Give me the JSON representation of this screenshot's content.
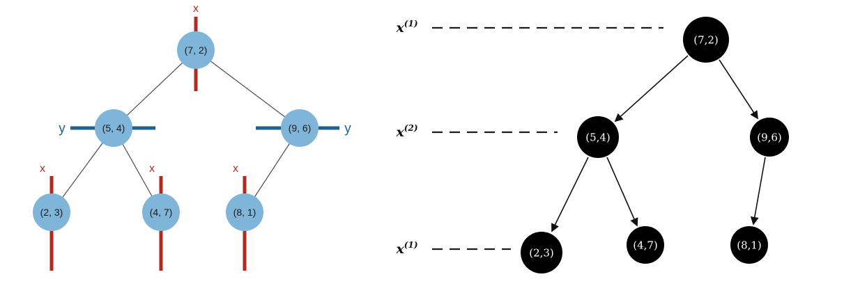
{
  "figure": {
    "left_tree": {
      "nodes": [
        {
          "label": "(7, 2)",
          "split": "x"
        },
        {
          "label": "(5, 4)",
          "split": "y"
        },
        {
          "label": "(9, 6)",
          "split": "y"
        },
        {
          "label": "(2, 3)",
          "split": "x"
        },
        {
          "label": "(4, 7)",
          "split": "x"
        },
        {
          "label": "(8, 1)",
          "split": "x"
        }
      ],
      "edges": [
        {
          "from": "(7, 2)",
          "to": "(5, 4)"
        },
        {
          "from": "(7, 2)",
          "to": "(9, 6)"
        },
        {
          "from": "(5, 4)",
          "to": "(2, 3)"
        },
        {
          "from": "(5, 4)",
          "to": "(4, 7)"
        },
        {
          "from": "(9, 6)",
          "to": "(8, 1)"
        }
      ],
      "split_labels": {
        "x": "x",
        "y": "y"
      },
      "colors": {
        "node_fill": "#7fb5d8",
        "x_split": "#b02b20",
        "y_split": "#1f618d",
        "edge": "#4a4a4a"
      }
    },
    "right_tree": {
      "nodes": [
        {
          "label": "(7,2)"
        },
        {
          "label": "(5,4)"
        },
        {
          "label": "(9,6)"
        },
        {
          "label": "(2,3)"
        },
        {
          "label": "(4,7)"
        },
        {
          "label": "(8,1)"
        }
      ],
      "edges": [
        {
          "from": "(7,2)",
          "to": "(5,4)"
        },
        {
          "from": "(7,2)",
          "to": "(9,6)"
        },
        {
          "from": "(5,4)",
          "to": "(2,3)"
        },
        {
          "from": "(5,4)",
          "to": "(4,7)"
        },
        {
          "from": "(9,6)",
          "to": "(8,1)"
        }
      ],
      "levels": [
        {
          "base": "x",
          "sup": "(1)"
        },
        {
          "base": "x",
          "sup": "(2)"
        },
        {
          "base": "x",
          "sup": "(1)"
        }
      ],
      "colors": {
        "node_fill": "#000000",
        "node_text": "#ffffff",
        "edge": "#111111"
      }
    }
  }
}
